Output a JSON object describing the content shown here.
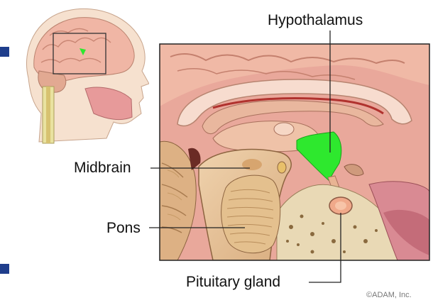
{
  "labels": {
    "hypothalamus": "Hypothalamus",
    "midbrain": "Midbrain",
    "pons": "Pons",
    "pituitary": "Pituitary gland"
  },
  "credit": "©ADAM, Inc.",
  "colors": {
    "hypothalamus_highlight": "#2ee82e",
    "nav_marker": "#1f3e8c",
    "leader_line": "#222222",
    "brain_tissue": "#f0b9a6",
    "brainstem": "#e6c39a",
    "cerebellum": "#ddb184"
  },
  "icons": {
    "head_thumbnail": "head-sagittal-icon",
    "nav_marker": "square-bullet-icon"
  }
}
